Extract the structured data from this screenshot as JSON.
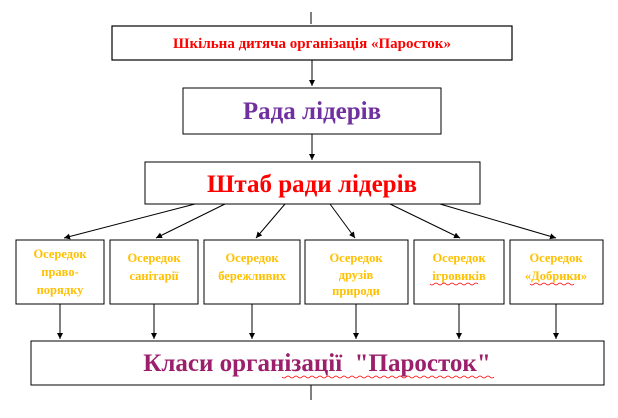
{
  "diagram": {
    "top_org": "Шкільна дитяча організація «Паросток»",
    "council": "Рада лідерів",
    "headquarters": "Штаб ради лідерів",
    "cells": [
      {
        "lines": [
          "Осередок",
          "право-",
          "порядку"
        ]
      },
      {
        "lines": [
          "Осередок",
          "санітарії"
        ]
      },
      {
        "lines": [
          "Осередок",
          "бережливих"
        ]
      },
      {
        "lines": [
          "Осередок",
          "друзів",
          "природи"
        ]
      },
      {
        "lines": [
          "Осередок",
          "ігровиків"
        ]
      },
      {
        "lines": [
          "Осередок",
          "«Добрики»"
        ]
      }
    ],
    "bottom": "Класи організації  \"Паросток\""
  },
  "colors": {
    "top_org_text": "#ff0000",
    "council_text": "#7030a0",
    "headquarters_text": "#ff0000",
    "cell_text": "#ffc000",
    "bottom_text": "#9b1f6b"
  }
}
